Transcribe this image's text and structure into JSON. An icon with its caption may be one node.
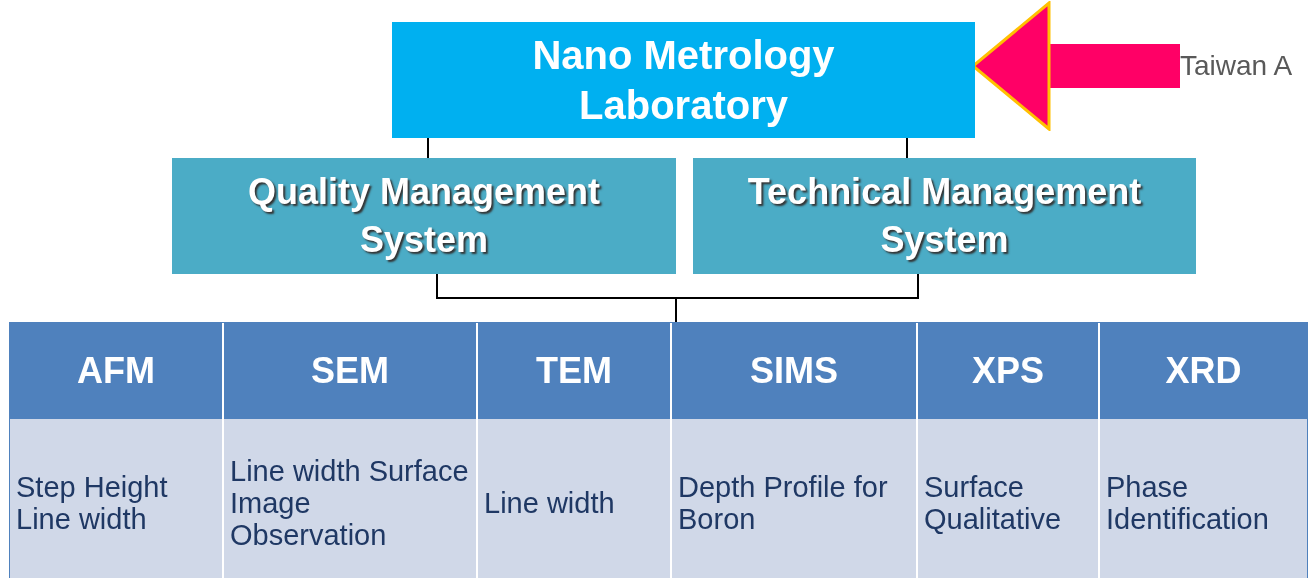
{
  "diagram": {
    "nodes": [
      {
        "text": [
          "Nano Metrology Laboratory"
        ]
      },
      {
        "text": [
          "Taiwan A"
        ]
      },
      {
        "text": [
          "Quality Management System"
        ]
      },
      {
        "text": [
          "Technical Management System"
        ]
      },
      {
        "text": [],
        "shape": "box"
      },
      {
        "text": [
          "AFM",
          "Step Height Line width"
        ],
        "in": 4
      },
      {
        "text": [
          "SEM",
          "Line width Surface Image Observation"
        ],
        "in": 4
      },
      {
        "text": [
          "TEM",
          "Line width"
        ],
        "in": 4
      },
      {
        "text": [
          "SIMS",
          "Depth Profile for Boron"
        ],
        "in": 4
      },
      {
        "text": [
          "XPS",
          "Surface Qualitative"
        ],
        "in": 4
      },
      {
        "text": [
          "XRD",
          "Phase Identification"
        ],
        "in": 4
      }
    ],
    "edges": [
      {
        "from": 1,
        "to": 0,
        "arrow": "to",
        "style": "thick",
        "color": "#ff0066"
      },
      {
        "from": 0,
        "to": 2,
        "arrow": "none"
      },
      {
        "from": 0,
        "to": 3,
        "arrow": "none"
      },
      {
        "from": 2,
        "to": 4,
        "arrow": "none"
      },
      {
        "from": 3,
        "to": 4,
        "arrow": "none"
      }
    ]
  }
}
